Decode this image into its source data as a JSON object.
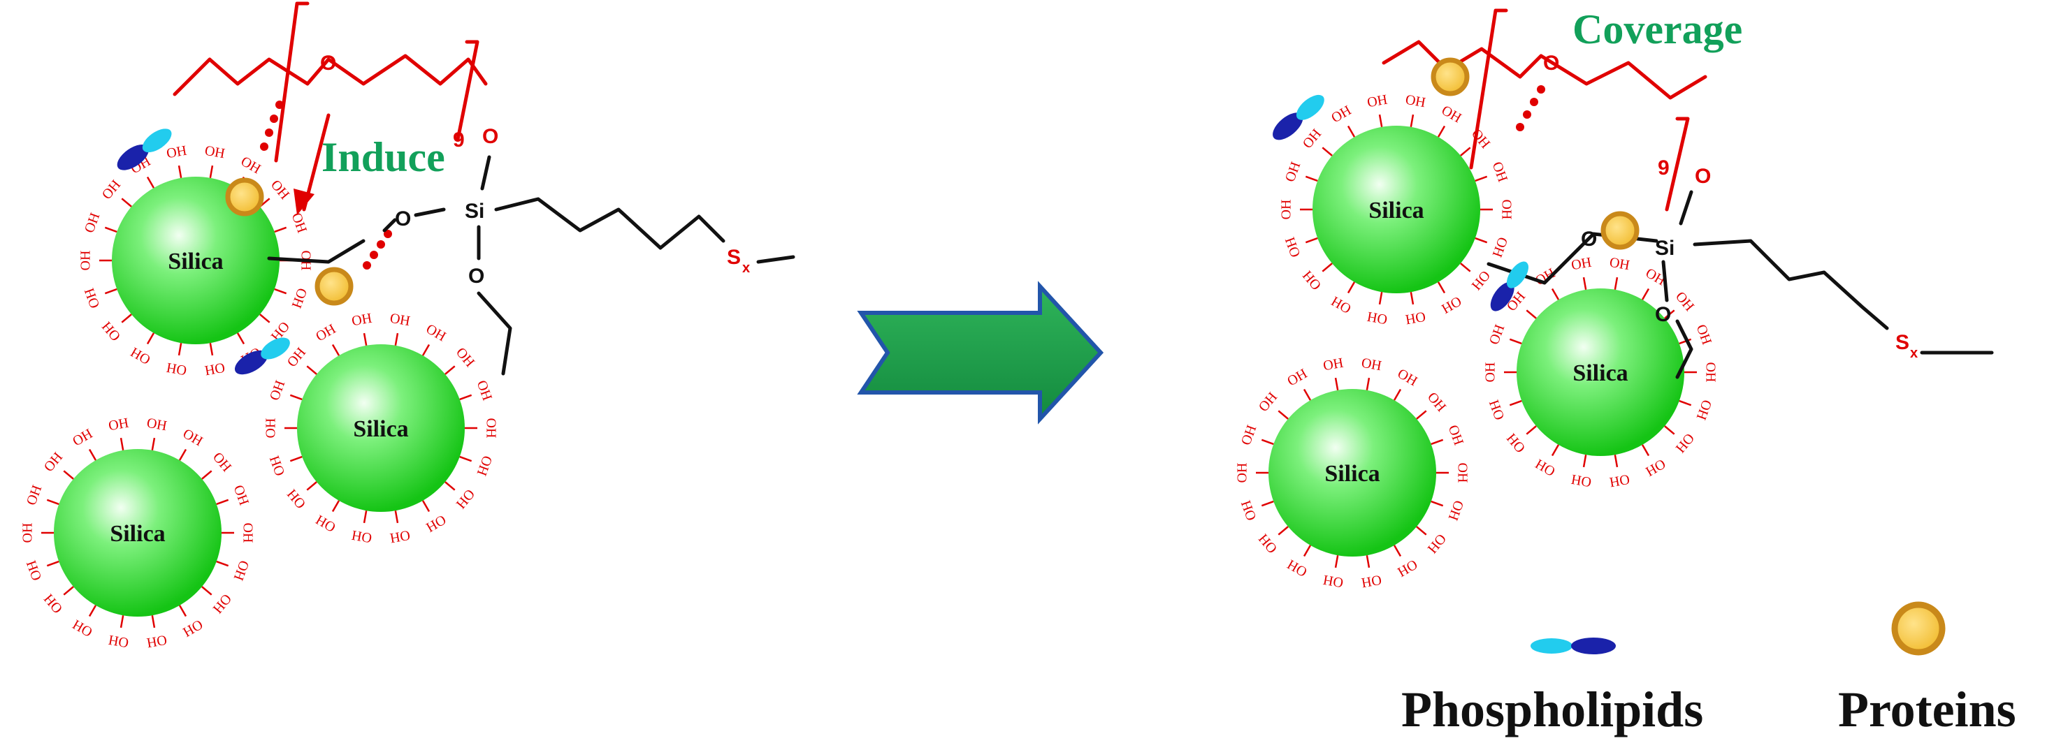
{
  "left_panel": {
    "particles": [
      {
        "label": "Silica",
        "substituent": "OH"
      },
      {
        "label": "Silica",
        "substituent": "OH"
      },
      {
        "label": "Silica",
        "substituent": "OH"
      }
    ],
    "induce_label": "Induce",
    "atoms": {
      "oxygen": "O",
      "silicon": "Si",
      "sulfur": "S",
      "sulfur_subscript": "x",
      "repeat_subscript": "9"
    }
  },
  "right_panel": {
    "particles": [
      {
        "label": "Silica",
        "substituent": "OH"
      },
      {
        "label": "Silica",
        "substituent": "OH"
      },
      {
        "label": "Silica",
        "substituent": "OH"
      }
    ],
    "coverage_label": "Coverage",
    "atoms": {
      "oxygen": "O",
      "silicon": "Si",
      "sulfur": "S",
      "sulfur_subscript": "x",
      "repeat_subscript": "9"
    }
  },
  "legend": {
    "phospholipids_label": "Phospholipids",
    "proteins_label": "Proteins"
  },
  "colors": {
    "silica": "#22dd22",
    "hydroxyl": "#e00000",
    "peg_chain": "#e00000",
    "silane_chain": "#111111",
    "arrow_fill": "#1f9e4e",
    "arrow_stroke": "#2255aa",
    "protein_fill": "#f5c842",
    "protein_stroke": "#c9891a",
    "phospholipid_head": "#22ccee",
    "phospholipid_tail": "#1a22aa",
    "label_green": "#12a05a"
  },
  "icons": [
    "reaction-arrow-icon",
    "phospholipid-icon",
    "protein-icon"
  ]
}
